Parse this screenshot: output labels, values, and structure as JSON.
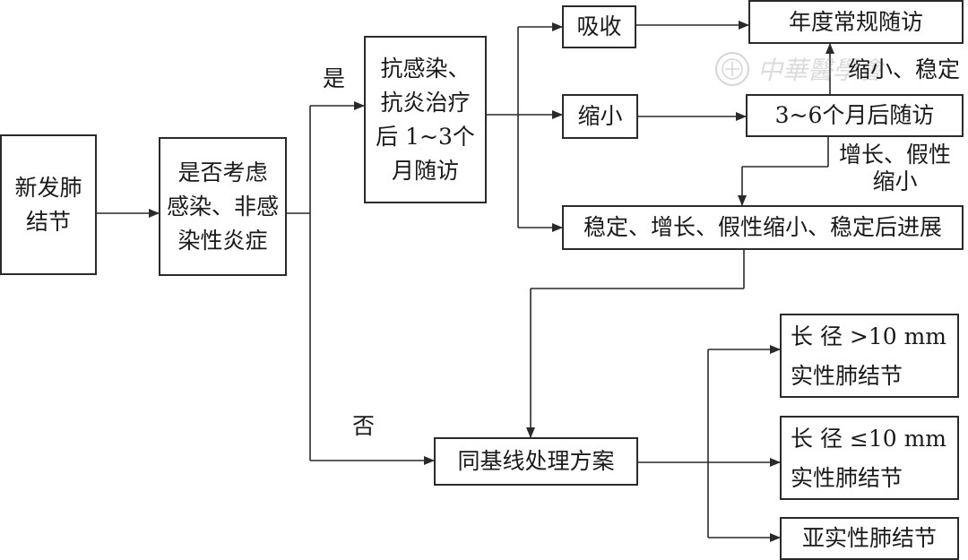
{
  "nodes": {
    "new_nodule": "新发肺\n结节",
    "consider_infection": "是否考虑\n感染、非感\n染性炎症",
    "anti_infection": "抗感染、\n抗炎治疗\n后 1~3个\n月随访",
    "absorbed": "吸收",
    "shrink": "缩小",
    "annual_followup": "年度常规随访",
    "followup_3_6": "3~6个月后随访",
    "stable_progress": "稳定、增长、假性缩小、稳定后进展",
    "baseline_plan": "同基线处理方案",
    "solid_gt10": "长 径 >10 mm\n实性肺结节",
    "solid_le10": "长 径 ≤10 mm\n实性肺结节",
    "subsolid": "亚实性肺结节"
  },
  "labels": {
    "yes": "是",
    "no": "否",
    "shrink_stable": "缩小、稳定",
    "grow_pseudo": "增长、假性\n缩小"
  },
  "watermark": {
    "text": "中華醫學會",
    "color": "#9a9a9a"
  }
}
